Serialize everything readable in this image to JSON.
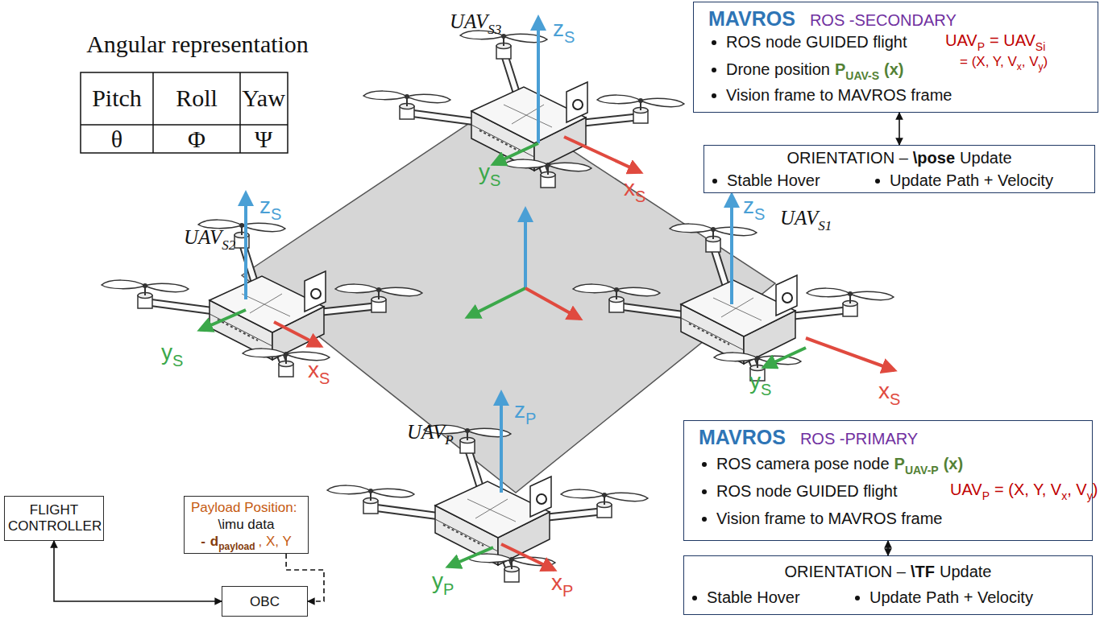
{
  "diagram": {
    "nodes": [
      {
        "text": [
          "MAVROS",
          "ROS -SECONDARY",
          "ROS node GUIDED flight",
          "Drone position",
          "P",
          "UAV-S",
          "(x)",
          "Vision frame to MAVROS frame",
          "UAV",
          "P",
          "= UAV",
          "Si",
          "= (X, Y, V",
          "x",
          ", V",
          "y",
          ")"
        ]
      },
      {
        "text": [
          "ORIENTATION –",
          "\\pose",
          "Update",
          "Stable Hover",
          "Update Path + Velocity"
        ]
      },
      {
        "text": [
          "MAVROS",
          "ROS -PRIMARY",
          "ROS camera pose node",
          "P",
          "UAV-P",
          "(x)",
          "ROS node GUIDED flight",
          "UAV",
          "P",
          "= (X, Y, V",
          "x",
          ", V",
          "y",
          ")",
          "Vision frame to MAVROS frame"
        ]
      },
      {
        "text": [
          "ORIENTATION –",
          "\\TF",
          "Update",
          "Stable Hover",
          "Update Path + Velocity"
        ]
      },
      {
        "text": [
          "FLIGHT CONTROLLER"
        ]
      },
      {
        "text": [
          "OBC"
        ]
      },
      {
        "text": [
          "Payload Position:",
          "\\imu data",
          "-",
          "d",
          "payload",
          ", X, Y"
        ]
      }
    ],
    "edges": [
      {
        "from": 0,
        "to": 1,
        "arrow": "both"
      },
      {
        "from": 2,
        "to": 3,
        "arrow": "both"
      },
      {
        "from": 4,
        "to": 5,
        "arrow": "both"
      },
      {
        "from": 6,
        "to": 5,
        "arrow": "to"
      }
    ],
    "labels": [
      "Angular representation",
      "Pitch",
      "Roll",
      "Yaw",
      "θ",
      "Φ",
      "Ψ",
      "UAV",
      "S3",
      "z",
      "S",
      "y",
      "S",
      "x",
      "S",
      "UAV",
      "S2",
      "z",
      "S",
      "y",
      "S",
      "x",
      "S",
      "UAV",
      "S1",
      "z",
      "S",
      "y",
      "S",
      "x",
      "S",
      "UAV",
      "P",
      "z",
      "P",
      "y",
      "P",
      "x",
      "P"
    ]
  }
}
